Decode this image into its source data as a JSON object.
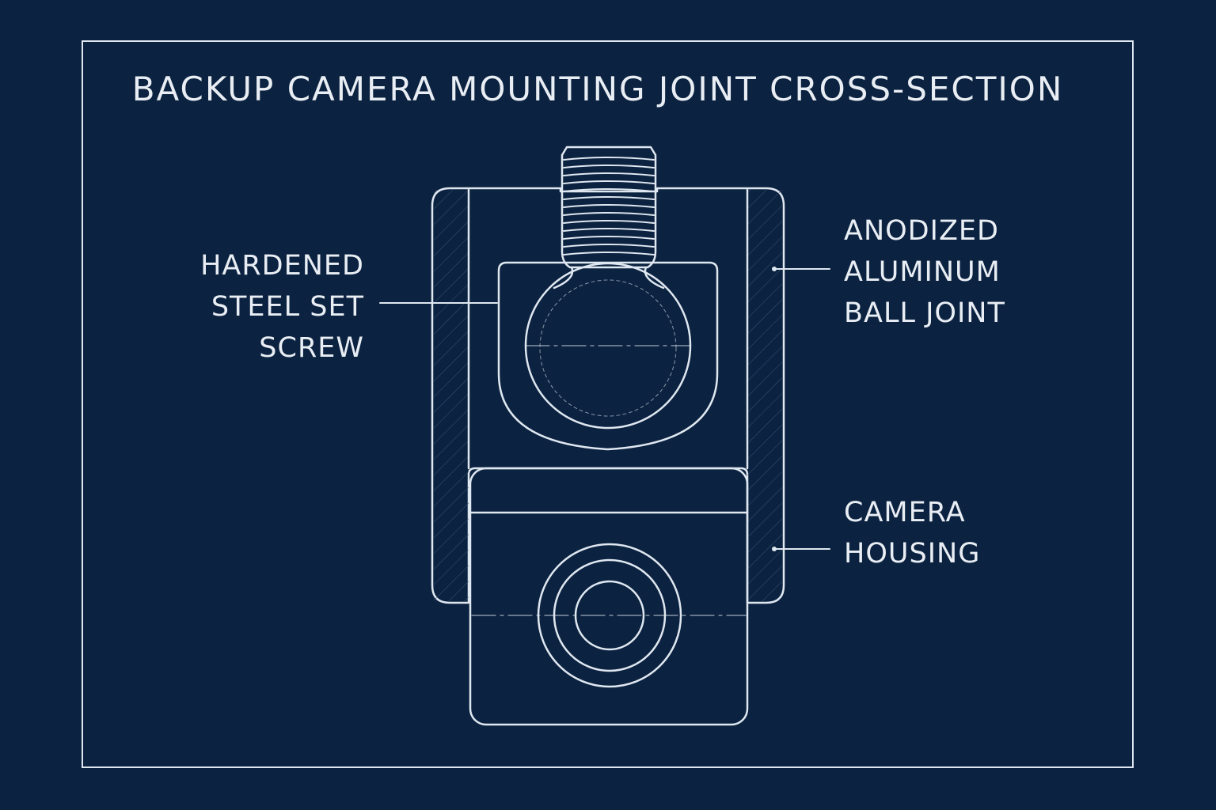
{
  "title": "BACKUP CAMERA MOUNTING JOINT CROSS-SECTION",
  "labels": {
    "set_screw": [
      "HARDENED",
      "STEEL SET",
      "SCREW"
    ],
    "ball_joint": [
      "ANODIZED",
      "ALUMINUM",
      "BALL JOINT"
    ],
    "housing": [
      "CAMERA",
      "HOUSING"
    ]
  },
  "colors": {
    "background": "#0b2240",
    "line": "#dfe7f0",
    "text": "#e9eef4"
  }
}
